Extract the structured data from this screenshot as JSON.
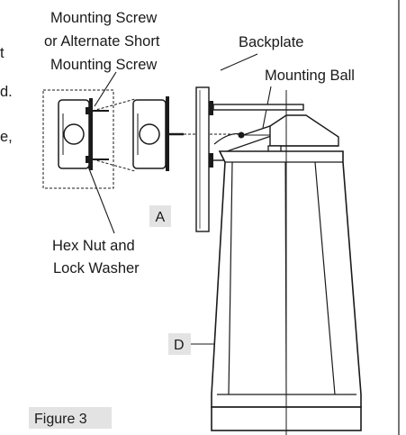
{
  "labels": {
    "mounting_screw_line1": "Mounting Screw",
    "mounting_screw_line2": "or Alternate Short",
    "mounting_screw_line3": "Mounting Screw",
    "backplate": "Backplate",
    "mounting_ball": "Mounting Ball",
    "hex_nut_line1": "Hex Nut and",
    "hex_nut_line2": "Lock Washer",
    "callout_a": "A",
    "callout_d": "D",
    "figure_caption": "Figure 3"
  },
  "edge_text": {
    "line1": "t",
    "line2": "d.",
    "line3": "e,"
  },
  "colors": {
    "line": "#1a1a1a",
    "callout_fill": "#e3e3e3",
    "fixture_shade": "#dcdcdc"
  }
}
